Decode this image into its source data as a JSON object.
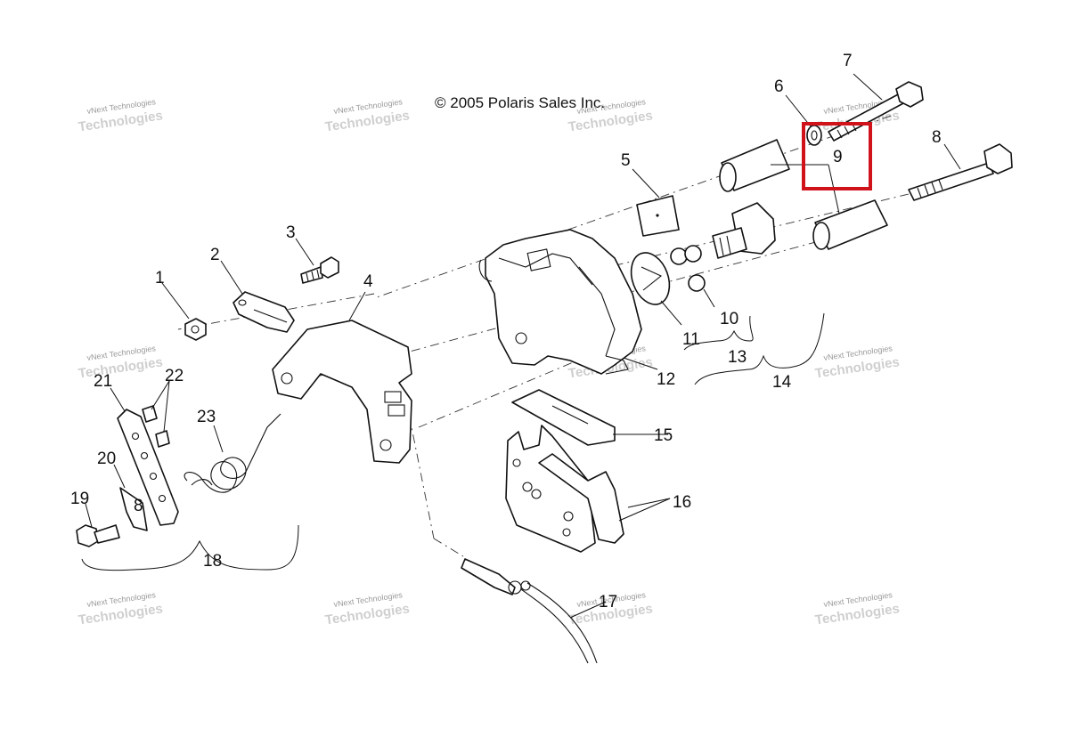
{
  "copyright": "© 2005 Polaris Sales Inc.",
  "watermark": {
    "line1": "vNext Technologies",
    "line2": "Technologies"
  },
  "callouts": [
    "1",
    "2",
    "3",
    "4",
    "5",
    "6",
    "7",
    "8",
    "9",
    "10",
    "11",
    "12",
    "13",
    "14",
    "15",
    "16",
    "17",
    "18",
    "19",
    "20",
    "21",
    "22",
    "23",
    "8"
  ],
  "highlight": {
    "label": "9",
    "color": "#d0121b"
  }
}
